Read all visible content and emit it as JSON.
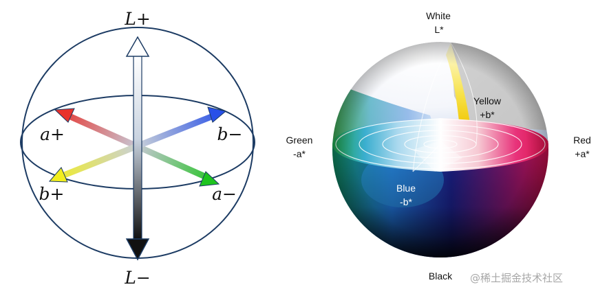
{
  "left_diagram": {
    "labels": {
      "l_plus": "L+",
      "l_minus": "L−",
      "a_plus": "a+",
      "a_minus": "a−",
      "b_plus": "b+",
      "b_minus": "b−"
    },
    "axis_colors": {
      "a_plus": "#e8322c",
      "a_minus": "#1ec41e",
      "b_plus": "#f2ee1e",
      "b_minus": "#2850e8",
      "l_plus": "#ffffff",
      "l_minus": "#111111"
    }
  },
  "right_diagram": {
    "labels": {
      "white_title": "White",
      "white_axis": "L*",
      "yellow_title": "Yellow",
      "yellow_axis": "+b*",
      "green_title": "Green",
      "green_axis": "-a*",
      "red_title": "Red",
      "red_axis": "+a*",
      "blue_title": "Blue",
      "blue_axis": "-b*",
      "black_title": "Black"
    }
  },
  "watermark": "@稀土掘金技术社区"
}
